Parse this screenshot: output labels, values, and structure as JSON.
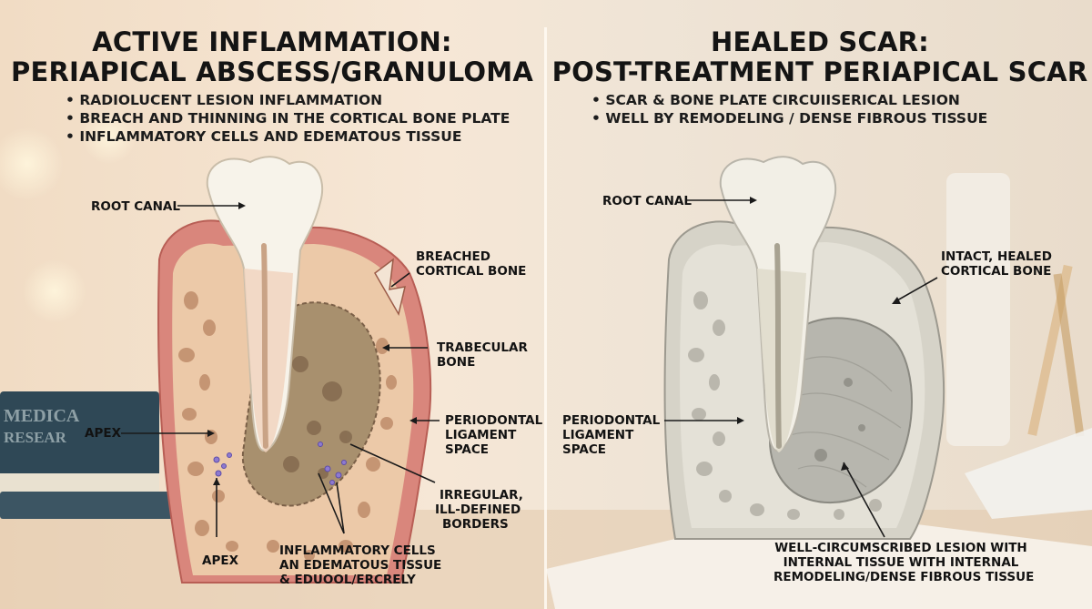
{
  "left": {
    "title_line1": "ACTIVE INFLAMMATION:",
    "title_line2": "PERIAPICAL ABSCESS/GRANULOMA",
    "bullets": [
      "RADIOLUCENT LESION INFLAMMATION",
      "BREACH AND THINNING IN THE CORTICAL BONE PLATE",
      "INFLAMMATORY CELLS AND EDEMATOUS TISSUE"
    ],
    "labels": {
      "root_canal": "ROOT CANAL",
      "breached_1": "BREACHED",
      "breached_2": "CORTICAL BONE",
      "trabecular_1": "TRABECULAR",
      "trabecular_2": "BONE",
      "pdl_1": "PERIODONTAL",
      "pdl_2": "LIGAMENT",
      "pdl_3": "SPACE",
      "apex_upper": "APEX",
      "irregular_1": "IRREGULAR,",
      "irregular_2": "ILL-DEFINED",
      "irregular_3": "BORDERS",
      "apex_lower": "APEX",
      "inflam_1": "INFLAMMATORY CELLS",
      "inflam_2": "AN EDEMATOUS TISSUE",
      "inflam_3": "& EDUOOL/ERCRELY"
    }
  },
  "right": {
    "title_line1": "HEALED SCAR:",
    "title_line2": "POST-TREATMENT PERIAPICAL SCAR",
    "bullets": [
      "SCAR & BONE PLATE CIRCUIISERICAL LESION",
      "WELL BY REMODELING / DENSE FIBROUS TISSUE"
    ],
    "labels": {
      "root_canal": "ROOT CANAL",
      "intact_1": "INTACT, HEALED",
      "intact_2": "CORTICAL BONE",
      "pdl_1": "PERIODONTAL",
      "pdl_2": "LIGAMENT",
      "pdl_3": "SPACE",
      "well_1": "WELL-CIRCUMSCRIBED LESION WITH",
      "well_2": "INTERNAL TISSUE  WITH INTERNAL",
      "well_3": "REMODELING/DENSE FIBROUS TISSUE"
    }
  },
  "background": {
    "book_text_1": "MEDICA",
    "book_text_2": "RESEAR"
  },
  "colors": {
    "gum_active": "#d9867c",
    "bone_active": "#ecc9a8",
    "lesion_active": "#a8906e",
    "bone_healed": "#d6d3c8",
    "lesion_healed": "#b7b6ae",
    "tooth": "#f7f3ea",
    "text": "#141414"
  }
}
